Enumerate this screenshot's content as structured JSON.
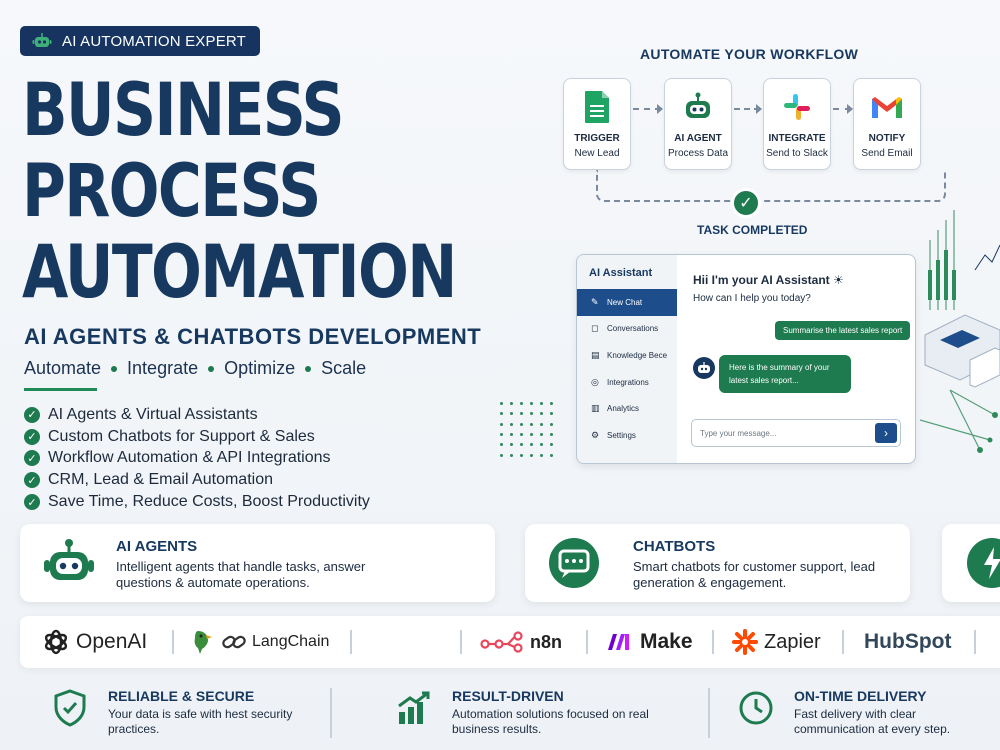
{
  "badge": {
    "label": "AI AUTOMATION EXPERT",
    "icon": "robot-icon"
  },
  "hero": {
    "line1": "BUSINESS",
    "line2": "PROCESS",
    "line3": "AUTOMATION"
  },
  "subheading": "AI AGENTS & CHATBOTS DEVELOPMENT",
  "tagline": [
    "Automate",
    "Integrate",
    "Optimize",
    "Scale"
  ],
  "features": [
    "AI Agents & Virtual Assistants",
    "Custom Chatbots for Support & Sales",
    "Workflow Automation & API Integrations",
    "CRM, Lead & Email Automation",
    "Save Time, Reduce Costs, Boost Productivity"
  ],
  "workflow": {
    "title": "AUTOMATE YOUR WORKFLOW",
    "steps": [
      {
        "title": "TRIGGER",
        "sub": "New Lead",
        "icon": "google-sheets-icon"
      },
      {
        "title": "AI AGENT",
        "sub": "Process Data",
        "icon": "robot-icon"
      },
      {
        "title": "INTEGRATE",
        "sub": "Send to Slack",
        "icon": "slack-icon"
      },
      {
        "title": "NOTIFY",
        "sub": "Send Email",
        "icon": "gmail-icon"
      }
    ],
    "completed": "TASK COMPLETED"
  },
  "chat": {
    "title": "AI Assistant",
    "menu": [
      {
        "label": "New Chat",
        "icon": "edit-icon"
      },
      {
        "label": "Conversations",
        "icon": "chat-icon"
      },
      {
        "label": "Knowledge Bece",
        "icon": "book-icon"
      },
      {
        "label": "Integrations",
        "icon": "globe-icon"
      },
      {
        "label": "Analytics",
        "icon": "chart-icon"
      },
      {
        "label": "Settings",
        "icon": "gear-icon"
      }
    ],
    "greeting": "Hii I'm your AI Assistant ☀",
    "question": "How can I help you today?",
    "user_message": "Summarise the latest sales report",
    "bot_message": "Here is the summary of your latest sales report...",
    "input_placeholder": "Type your message..."
  },
  "cards": [
    {
      "title": "AI AGENTS",
      "desc": "Intelligent agents that handle tasks, answer questions & automate operations.",
      "icon": "robot-icon"
    },
    {
      "title": "CHATBOTS",
      "desc": "Smart chatbots for customer support, lead generation & engagement.",
      "icon": "chat-bubble-icon"
    }
  ],
  "logos": [
    "OpenAI",
    "LangChain",
    "n8n",
    "Make",
    "Zapier",
    "HubSpot"
  ],
  "trust": [
    {
      "title": "RELIABLE & SECURE",
      "desc": "Your data is safe with hest security practices.",
      "icon": "shield-icon"
    },
    {
      "title": "RESULT-DRIVEN",
      "desc": "Automation solutions focused on real business results.",
      "icon": "growth-chart-icon"
    },
    {
      "title": "ON-TIME DELIVERY",
      "desc": "Fast delivery with clear communication at every step.",
      "icon": "clock-icon"
    }
  ],
  "colors": {
    "navy": "#17385f",
    "green": "#1e7a4f",
    "blue": "#1d4d8a"
  }
}
